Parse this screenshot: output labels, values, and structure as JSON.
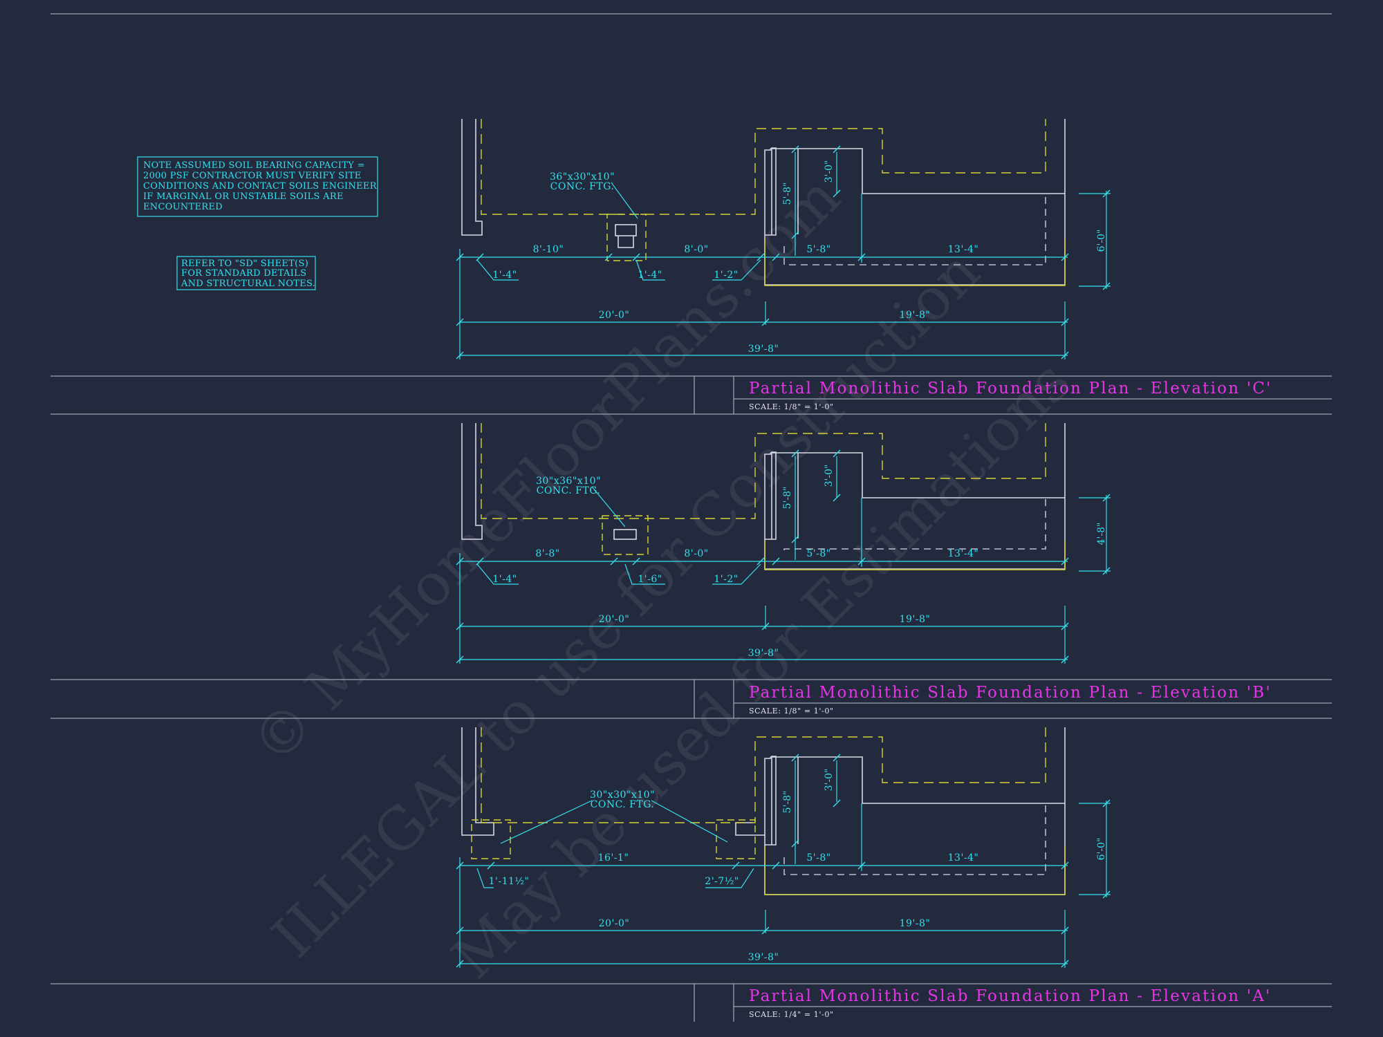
{
  "notes": {
    "soil_note": [
      "NOTE ASSUMED SOIL BEARING CAPACITY =",
      "2000 PSF CONTRACTOR MUST VERIFY SITE",
      "CONDITIONS AND CONTACT SOILS ENGINEER",
      "IF MARGINAL OR UNSTABLE SOILS ARE",
      "ENCOUNTERED"
    ],
    "refer_note": [
      "REFER TO \"SD\" SHEET(S)",
      "FOR STANDARD DETAILS",
      "AND STRUCTURAL NOTES."
    ]
  },
  "watermark": {
    "line1": "© MyHomeFloorPlans.com",
    "line2": "ILLEGAL to use for Construction",
    "line3": "May be used for Estimations"
  },
  "plans": {
    "c": {
      "title": "Partial Monolithic Slab Foundation Plan - Elevation 'C'",
      "scale": "SCALE: 1/8\" = 1'-0\"",
      "footing_label": [
        "36\"x30\"x10\"",
        "CONC. FTG."
      ],
      "dims": {
        "left_span": "8'-10\"",
        "mid_span": "8'-0\"",
        "room_w": "5'-8\"",
        "right_span": "13'-4\"",
        "edge_left": "1'-4\"",
        "ftg_w": "1'-4\"",
        "edge_right": "1'-2\"",
        "half_left": "20'-0\"",
        "half_right": "19'-8\"",
        "total": "39'-8\"",
        "room_h": "5'-8\"",
        "step_h": "3'-0\"",
        "side_h": "6'-0\""
      }
    },
    "b": {
      "title": "Partial Monolithic Slab Foundation Plan - Elevation 'B'",
      "scale": "SCALE: 1/8\" = 1'-0\"",
      "footing_label": [
        "30\"x36\"x10\"",
        "CONC. FTG."
      ],
      "dims": {
        "left_span": "8'-8\"",
        "mid_span": "8'-0\"",
        "room_w": "5'-8\"",
        "right_span": "13'-4\"",
        "edge_left": "1'-4\"",
        "ftg_w": "1'-6\"",
        "edge_right": "1'-2\"",
        "half_left": "20'-0\"",
        "half_right": "19'-8\"",
        "total": "39'-8\"",
        "room_h": "5'-8\"",
        "step_h": "3'-0\"",
        "side_h": "4'-8\""
      }
    },
    "a": {
      "title": "Partial Monolithic Slab Foundation Plan - Elevation 'A'",
      "scale": "SCALE: 1/4\" = 1'-0\"",
      "footing_label": [
        "30\"x30\"x10\"",
        "CONC. FTG."
      ],
      "dims": {
        "span": "16'-1\"",
        "room_w": "5'-8\"",
        "right_span": "13'-4\"",
        "edge_left": "1'-11½\"",
        "edge_right": "2'-7½\"",
        "half_left": "20'-0\"",
        "half_right": "19'-8\"",
        "total": "39'-8\"",
        "room_h": "5'-8\"",
        "step_h": "3'-0\"",
        "side_h": "6'-0\""
      }
    }
  },
  "colors": {
    "background": "#242a3d",
    "dimension": "#33e0ee",
    "footing": "#d6d23a",
    "wall": "#d9d9e3",
    "title": "#e634e6"
  }
}
